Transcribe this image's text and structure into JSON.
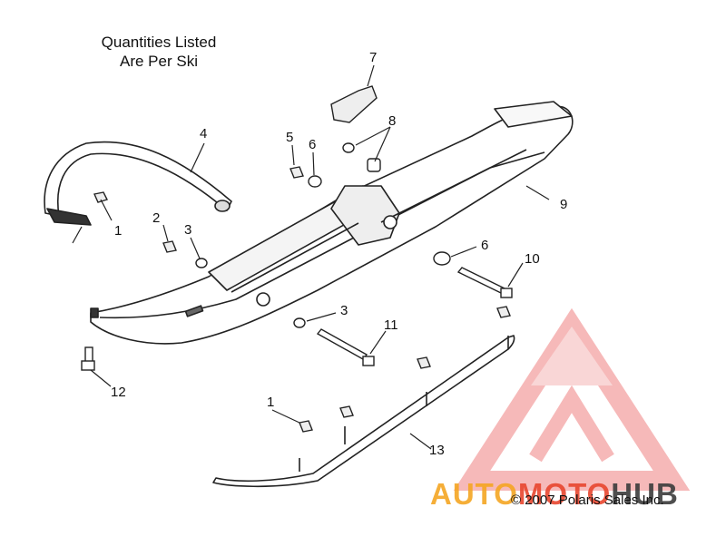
{
  "note": {
    "line1": "Quantities Listed",
    "line2": "Are Per Ski"
  },
  "callouts": [
    {
      "id": "c1a",
      "label": "1"
    },
    {
      "id": "c1b",
      "label": "1"
    },
    {
      "id": "c2",
      "label": "2"
    },
    {
      "id": "c3a",
      "label": "3"
    },
    {
      "id": "c3b",
      "label": "3"
    },
    {
      "id": "c4",
      "label": "4"
    },
    {
      "id": "c5",
      "label": "5"
    },
    {
      "id": "c6a",
      "label": "6"
    },
    {
      "id": "c6b",
      "label": "6"
    },
    {
      "id": "c7",
      "label": "7"
    },
    {
      "id": "c8",
      "label": "8"
    },
    {
      "id": "c9",
      "label": "9"
    },
    {
      "id": "c10",
      "label": "10"
    },
    {
      "id": "c11",
      "label": "11"
    },
    {
      "id": "c12",
      "label": "12"
    },
    {
      "id": "c13",
      "label": "13"
    }
  ],
  "copyright": "© 2007 Polaris Sales Inc.",
  "watermark": {
    "auto": "AUTO",
    "moto": "MOTO",
    "hub": "HUB",
    "color": "#e8462f"
  }
}
